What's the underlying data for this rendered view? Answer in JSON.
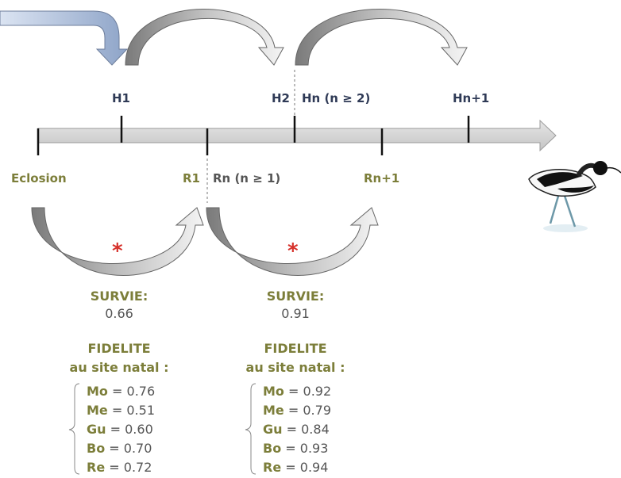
{
  "timeline": {
    "top_labels": [
      "H1",
      "H2",
      "Hn (n ≥ 2)",
      "Hn+1"
    ],
    "bottom_labels": [
      "Eclosion",
      "R1",
      "Rn (n ≥ 1)",
      "Rn+1"
    ]
  },
  "colors": {
    "navy": "#2f3a56",
    "olive": "#7c7e3a",
    "star": "#d6312b",
    "arrow_dark": "#7f7f7f",
    "arrow_light": "#f0f0f0",
    "timeline": "#d9d9d9",
    "inflow_blue": "#8ea4c8"
  },
  "blocks": [
    {
      "star": "*",
      "survie_title": "SURVIE:",
      "survie_value": "0.66",
      "fidelite_title": "FIDELITE",
      "fidelite_sub": "au site natal :",
      "sites": [
        {
          "code": "Mo",
          "value": "= 0.76"
        },
        {
          "code": "Me",
          "value": "= 0.51"
        },
        {
          "code": "Gu",
          "value": "= 0.60"
        },
        {
          "code": "Bo",
          "value": "= 0.70"
        },
        {
          "code": "Re",
          "value": "= 0.72"
        }
      ]
    },
    {
      "star": "*",
      "survie_title": "SURVIE:",
      "survie_value": "0.91",
      "fidelite_title": "FIDELITE",
      "fidelite_sub": "au site natal :",
      "sites": [
        {
          "code": "Mo",
          "value": "= 0.92"
        },
        {
          "code": "Me",
          "value": "= 0.79"
        },
        {
          "code": "Gu",
          "value": "= 0.84"
        },
        {
          "code": "Bo",
          "value": "= 0.93"
        },
        {
          "code": "Re",
          "value": "= 0.94"
        }
      ]
    }
  ],
  "bird_image": "avocet-illustration"
}
